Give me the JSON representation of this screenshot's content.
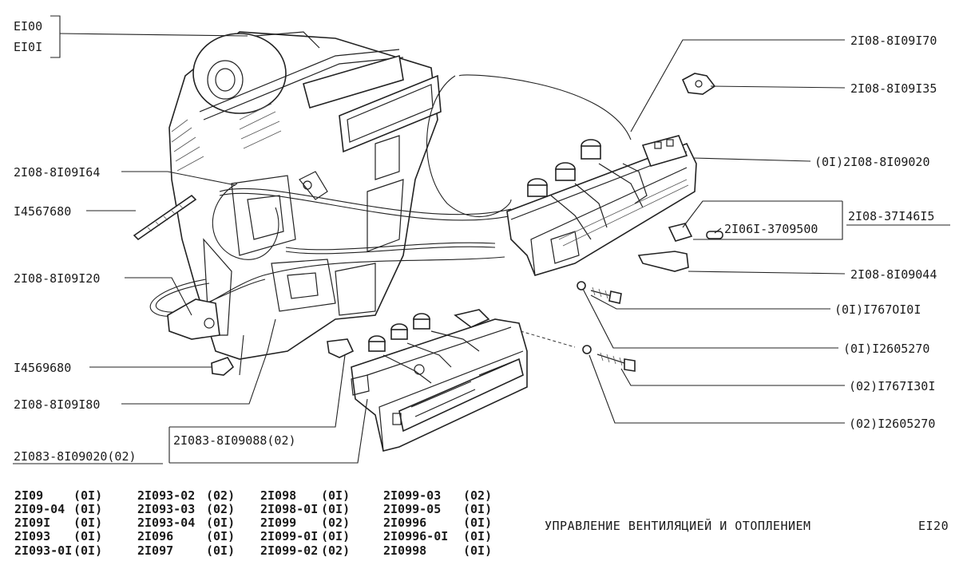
{
  "labels": {
    "e100": "EI00",
    "e101": "EI0I",
    "p_8109170": "2I08-8I09I70",
    "p_8109135": "2I08-8I09I35",
    "p_8109020": "(0I)2I08-8I09020",
    "p_3714615": "2I08-37I46I5",
    "p_3709500": "2I06I-3709500",
    "p_8109044": "2I08-8I09044",
    "p_1767010": "(0I)I767OI0I",
    "p_12605270_01": "(0I)I2605270",
    "p_1767130": "(02)I767I30I",
    "p_12605270_02": "(02)I2605270",
    "p_8109164": "2I08-8I09I64",
    "p_14567680": "I4567680",
    "p_8109120": "2I08-8I09I20",
    "p_14569680": "I4569680",
    "p_8109180": "2I08-8I09I80",
    "p_81090088": "2I083-8I09088(02)",
    "p_81090020": "2I083-8I09020(02)"
  },
  "models": [
    [
      "2I09",
      "(0I)"
    ],
    [
      "2I09-04",
      "(0I)"
    ],
    [
      "2I09I",
      "(0I)"
    ],
    [
      "2I093",
      "(0I)"
    ],
    [
      "2I093-0I",
      "(0I)"
    ],
    [
      "2I093-02",
      "(02)"
    ],
    [
      "2I093-03",
      "(02)"
    ],
    [
      "2I093-04",
      "(0I)"
    ],
    [
      "2I096",
      "(0I)"
    ],
    [
      "2I097",
      "(0I)"
    ],
    [
      "2I098",
      "(0I)"
    ],
    [
      "2I098-0I",
      "(0I)"
    ],
    [
      "2I099",
      "(02)"
    ],
    [
      "2I099-0I",
      "(0I)"
    ],
    [
      "2I099-02",
      "(02)"
    ],
    [
      "2I099-03",
      "(02)"
    ],
    [
      "2I099-05",
      "(0I)"
    ],
    [
      "2I0996",
      "(0I)"
    ],
    [
      "2I0996-0I",
      "(0I)"
    ],
    [
      "2I0998",
      "(0I)"
    ]
  ],
  "title": "УПРАВЛЕНИЕ ВЕНТИЛЯЦИЕЙ И ОТОПЛЕНИЕМ",
  "page_code": "EI20"
}
